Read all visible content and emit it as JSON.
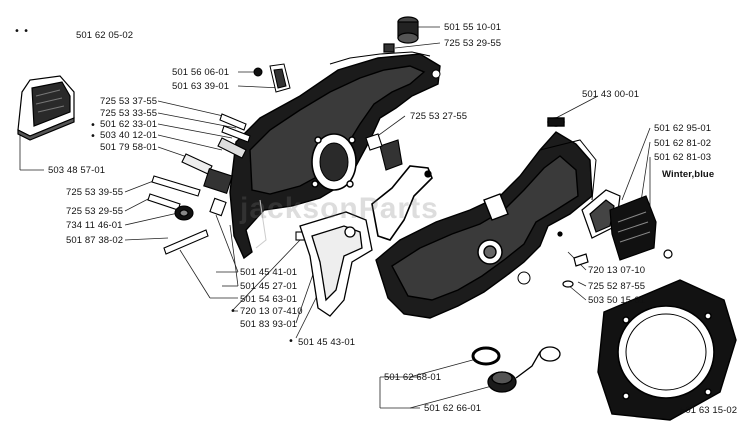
{
  "diagram": {
    "watermark": "jacksonParts",
    "parts": [
      {
        "id": "p1",
        "label": "501 62 05-02"
      },
      {
        "id": "p2",
        "label": "501 55 10-01"
      },
      {
        "id": "p3",
        "label": "725 53 29-55"
      },
      {
        "id": "p4",
        "label": "501 56 06-01"
      },
      {
        "id": "p5",
        "label": "501 63 39-01"
      },
      {
        "id": "p6",
        "label": "725 53 37-55"
      },
      {
        "id": "p7",
        "label": "725 53 33-55"
      },
      {
        "id": "p8",
        "label": "501 62 33-01"
      },
      {
        "id": "p9",
        "label": "503 40 12-01"
      },
      {
        "id": "p10",
        "label": "501 79 58-01"
      },
      {
        "id": "p11",
        "label": "503 48 57-01"
      },
      {
        "id": "p12",
        "label": "725 53 39-55"
      },
      {
        "id": "p13",
        "label": "725 53 29-55"
      },
      {
        "id": "p14",
        "label": "734 11 46-01"
      },
      {
        "id": "p15",
        "label": "501 87 38-02"
      },
      {
        "id": "p16",
        "label": "725 53 27-55"
      },
      {
        "id": "p17",
        "label": "501 43 00-01"
      },
      {
        "id": "p18",
        "label": "501 62 95-01"
      },
      {
        "id": "p19",
        "label": "501 62 81-02"
      },
      {
        "id": "p20",
        "label": "501 62 81-03"
      },
      {
        "id": "p21",
        "label": "Winter,blue"
      },
      {
        "id": "p22",
        "label": "501 45 41-01"
      },
      {
        "id": "p23",
        "label": "501 45 27-01"
      },
      {
        "id": "p24",
        "label": "501 54 63-01"
      },
      {
        "id": "p25",
        "label": "720 13 07-410"
      },
      {
        "id": "p26",
        "label": "501 83 93-01"
      },
      {
        "id": "p27",
        "label": "501 45 43-01"
      },
      {
        "id": "p28",
        "label": "720 13 07-10"
      },
      {
        "id": "p29",
        "label": "725 52 87-55"
      },
      {
        "id": "p30",
        "label": "503 50 15-01"
      },
      {
        "id": "p31",
        "label": "501 62 68-01"
      },
      {
        "id": "p32",
        "label": "501 62 66-01"
      },
      {
        "id": "p33",
        "label": "501 63 15-02"
      }
    ]
  }
}
